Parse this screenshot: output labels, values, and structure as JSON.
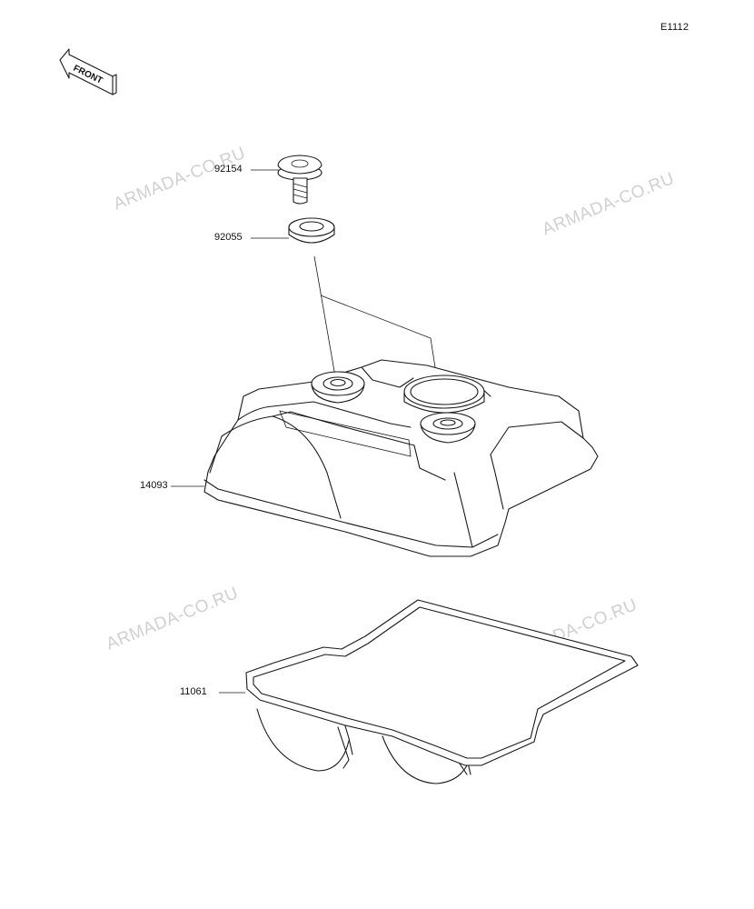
{
  "diagram_code": "E1112",
  "front_arrow_label": "FRONT",
  "parts": [
    {
      "number": "92154",
      "component": "bolt"
    },
    {
      "number": "92055",
      "component": "washer"
    },
    {
      "number": "14093",
      "component": "cylinder-head-cover"
    },
    {
      "number": "11061",
      "component": "gasket"
    }
  ],
  "watermark": "ARMADA-CO.RU"
}
